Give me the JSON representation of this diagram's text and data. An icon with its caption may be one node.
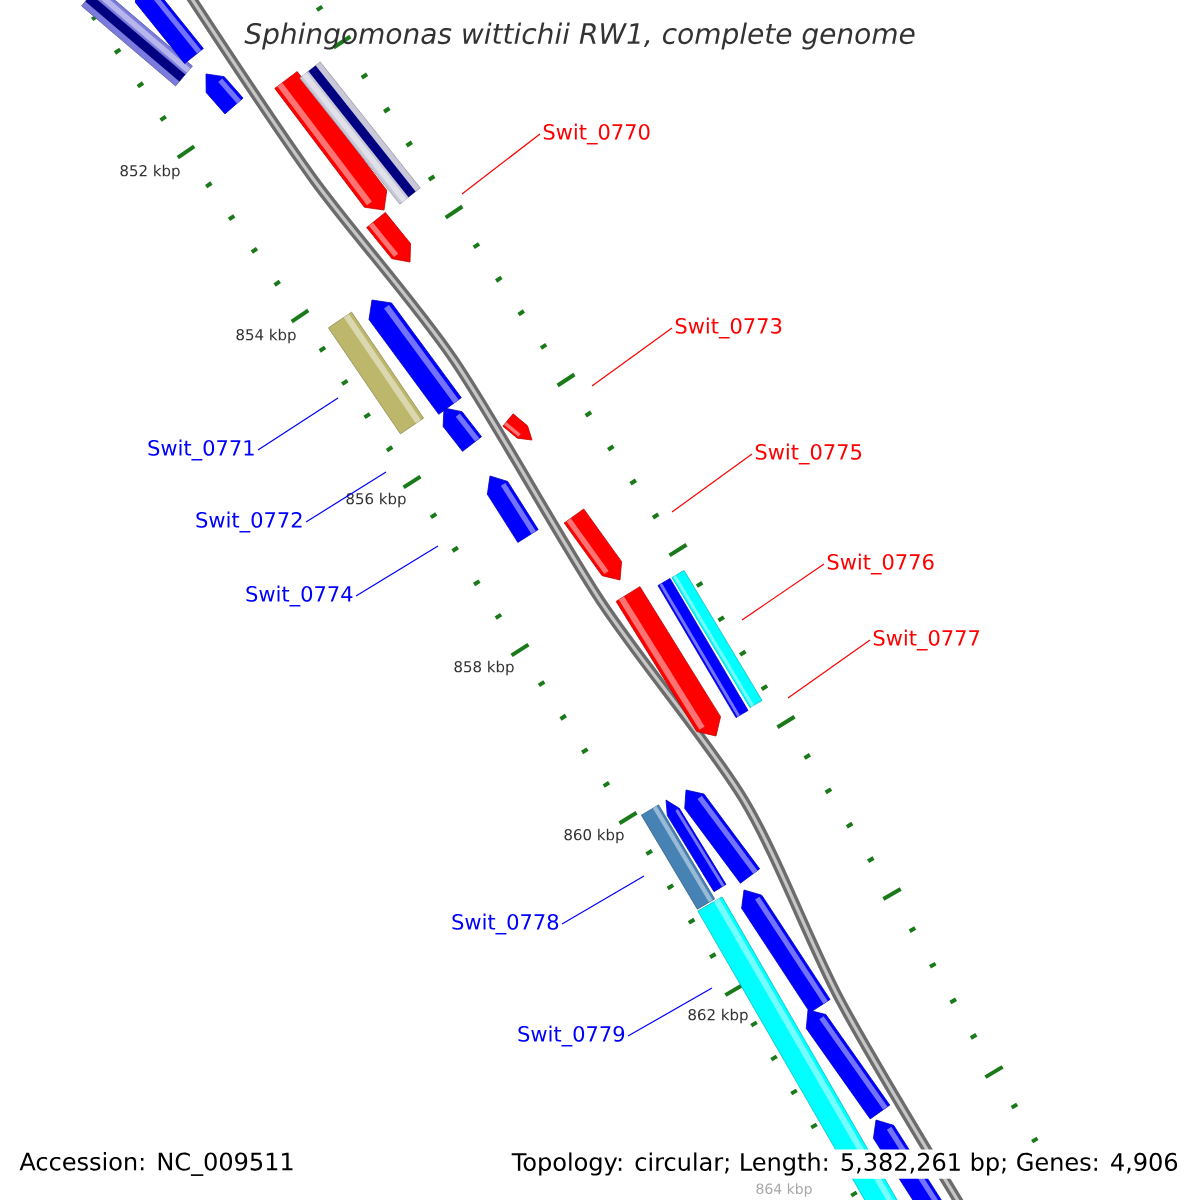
{
  "diagram": {
    "title": "Sphingomonas wittichii RW1, complete genome",
    "nodes": [
      {
        "text": [
          "Swit_0770"
        ]
      },
      {
        "text": [
          "Swit_0773"
        ]
      },
      {
        "text": [
          "Swit_0771"
        ]
      },
      {
        "text": [
          "Swit_0775"
        ]
      },
      {
        "text": [
          "Swit_0772"
        ]
      },
      {
        "text": [
          "Swit_0776"
        ]
      },
      {
        "text": [
          "Swit_0774"
        ]
      },
      {
        "text": [
          "Swit_0777"
        ]
      },
      {
        "text": [
          "Swit_0778"
        ]
      },
      {
        "text": [
          "Swit_0779"
        ]
      }
    ],
    "edges": [
      {
        "from": 0,
        "to": null,
        "arrow": "none",
        "color": "#ff0000"
      },
      {
        "from": 1,
        "to": null,
        "arrow": "none",
        "color": "#ff0000"
      },
      {
        "from": 2,
        "to": null,
        "arrow": "none",
        "color": "#0000ff"
      },
      {
        "from": 3,
        "to": null,
        "arrow": "none",
        "color": "#ff0000"
      },
      {
        "from": 4,
        "to": null,
        "arrow": "none",
        "color": "#0000ff"
      },
      {
        "from": 5,
        "to": null,
        "arrow": "none",
        "color": "#ff0000"
      },
      {
        "from": 6,
        "to": null,
        "arrow": "none",
        "color": "#0000ff"
      },
      {
        "from": 7,
        "to": null,
        "arrow": "none",
        "color": "#ff0000"
      },
      {
        "from": 8,
        "to": null,
        "arrow": "none",
        "color": "#0000ff"
      },
      {
        "from": 9,
        "to": null,
        "arrow": "none",
        "color": "#0000ff"
      }
    ],
    "labels": [
      "852 kbp",
      "854 kbp",
      "856 kbp",
      "858 kbp",
      "860 kbp",
      "862 kbp",
      "864 kbp",
      "Accession: NC_009511",
      "Topology: circular; Length: 5,382,261 bp; Genes: 4,906"
    ]
  }
}
